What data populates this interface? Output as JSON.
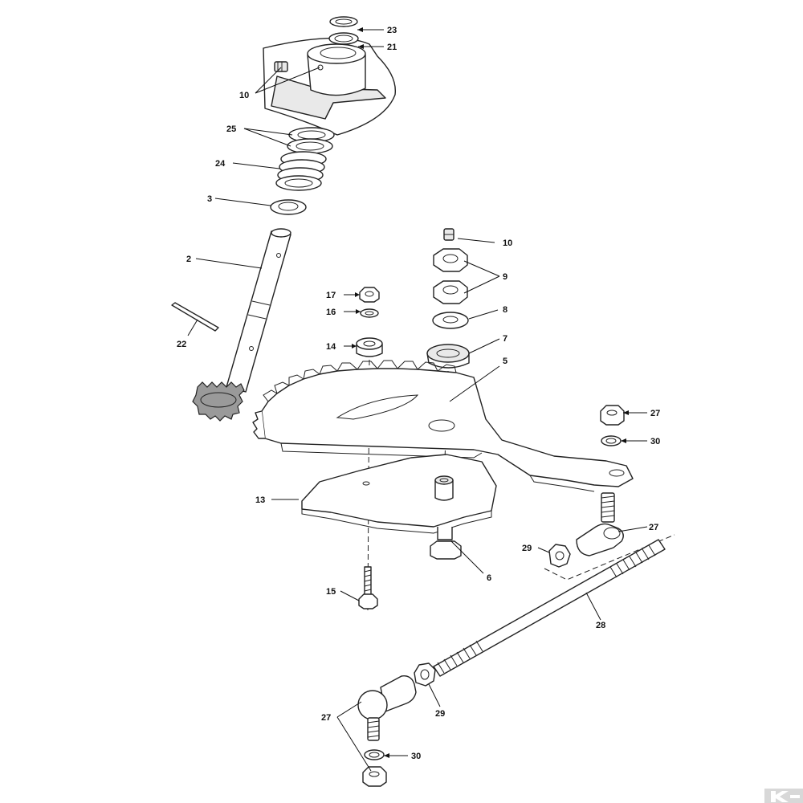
{
  "diagram": {
    "part_numbers": {
      "p23": "23",
      "p21": "21",
      "p10a": "10",
      "p25": "25",
      "p24": "24",
      "p3": "3",
      "p2": "2",
      "p22": "22",
      "p10b": "10",
      "p9": "9",
      "p8": "8",
      "p7": "7",
      "p5": "5",
      "p17": "17",
      "p16": "16",
      "p14": "14",
      "p27a": "27",
      "p30a": "30",
      "p13": "13",
      "p27b": "27",
      "p29a": "29",
      "p6": "6",
      "p15": "15",
      "p28": "28",
      "p29b": "29",
      "p27c": "27",
      "p30b": "30"
    }
  },
  "logo": {
    "icon": "brand-k-logo-icon"
  },
  "colors": {
    "line": "#222222",
    "background": "#ffffff",
    "shade": "#e9e9e9"
  }
}
